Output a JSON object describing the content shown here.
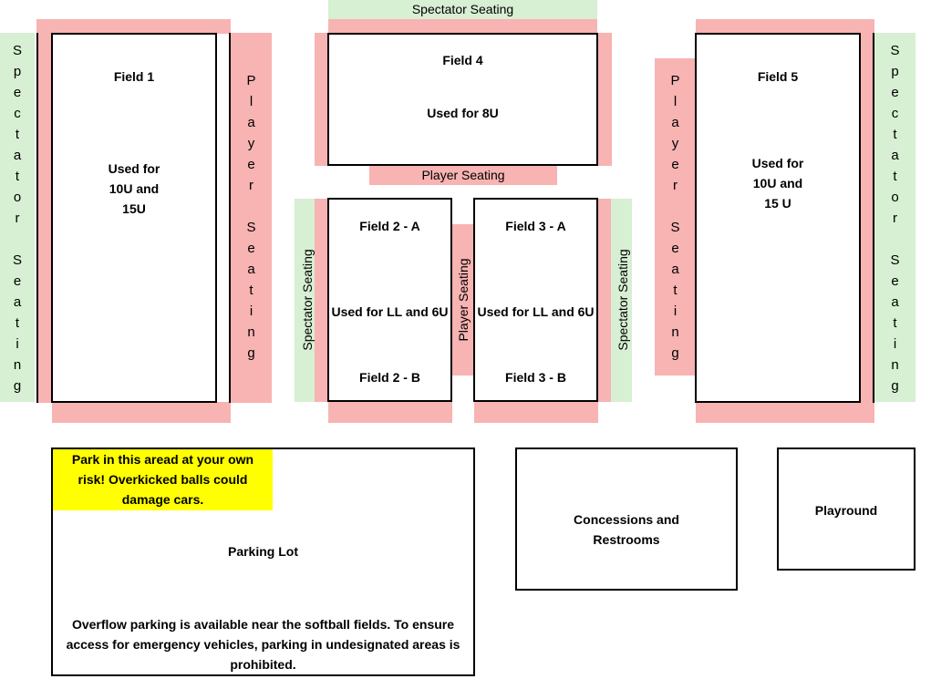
{
  "seating": {
    "spectator_top": "Spectator Seating",
    "player_below_field4": "Player Seating",
    "spectator_left_vertical": "Spectator Seating",
    "spectator_right_vertical": "Spectator Seating",
    "player_field1_vertical": "Player Seating",
    "player_field5_vertical": "Player Seating",
    "spectator_field2_rotated": "Spectator Seating",
    "player_middle_rotated": "Player Seating",
    "spectator_field3_rotated": "Spectator Seating"
  },
  "fields": {
    "field1": {
      "title": "Field 1",
      "use": "Used for\n10U and\n15U"
    },
    "field4": {
      "title": "Field 4",
      "use": "Used for 8U"
    },
    "field5": {
      "title": "Field 5",
      "use": "Used for\n10U and\n15 U"
    },
    "field2": {
      "title_a": "Field 2 - A",
      "use": "Used for LL and 6U",
      "title_b": "Field 2 - B"
    },
    "field3": {
      "title_a": "Field 3 - A",
      "use": "Used for LL and 6U",
      "title_b": "Field 3 - B"
    }
  },
  "parking": {
    "warning": "Park in this aread at your own\nrisk!  Overkicked balls could\ndamage cars.",
    "title": "Parking Lot",
    "overflow_note": "Overflow parking is available near the softball fields.  To ensure\naccess for emergency vehicles, parking in undesignated areas is\nprohibited."
  },
  "concessions": {
    "label": "Concessions and\nRestrooms"
  },
  "playground": {
    "label": "Playround"
  },
  "colors": {
    "player_seating": "#f8b3b3",
    "spectator_seating": "#d7efd3",
    "warning": "#ffff00"
  }
}
